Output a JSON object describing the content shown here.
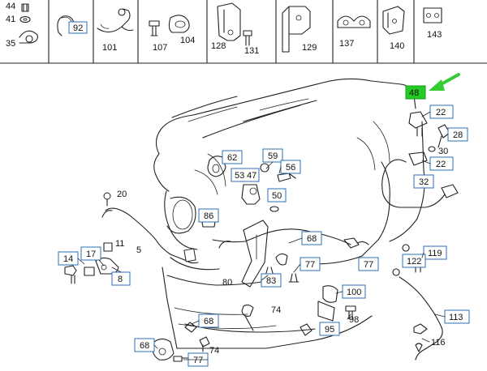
{
  "colors": {
    "label_box_border": "#2b6fb5",
    "highlight": "#22cc22",
    "arrow": "#33cc33",
    "line": "#222222"
  },
  "icons": {
    "arrow": "arrow-icon"
  },
  "header": {
    "cells": [
      {
        "labels": [
          "44",
          "41",
          "35"
        ]
      },
      {
        "labels": [
          "92"
        ]
      },
      {
        "labels": [
          "101"
        ]
      },
      {
        "labels": [
          "107",
          "104"
        ]
      },
      {
        "labels": [
          "128",
          "131"
        ]
      },
      {
        "labels": [
          "129"
        ]
      },
      {
        "labels": [
          "137"
        ]
      },
      {
        "labels": [
          "140"
        ]
      },
      {
        "labels": [
          "143"
        ]
      }
    ]
  },
  "callouts": {
    "highlighted": "48",
    "boxed": [
      "22",
      "28",
      "22",
      "32",
      "62",
      "53",
      "47",
      "59",
      "56",
      "50",
      "86",
      "68",
      "77",
      "77",
      "83",
      "100",
      "95",
      "119",
      "122",
      "113",
      "14",
      "17",
      "8",
      "68",
      "68",
      "77"
    ],
    "plain": [
      "30",
      "20",
      "11",
      "5",
      "80",
      "74",
      "98",
      "116",
      "74"
    ]
  }
}
